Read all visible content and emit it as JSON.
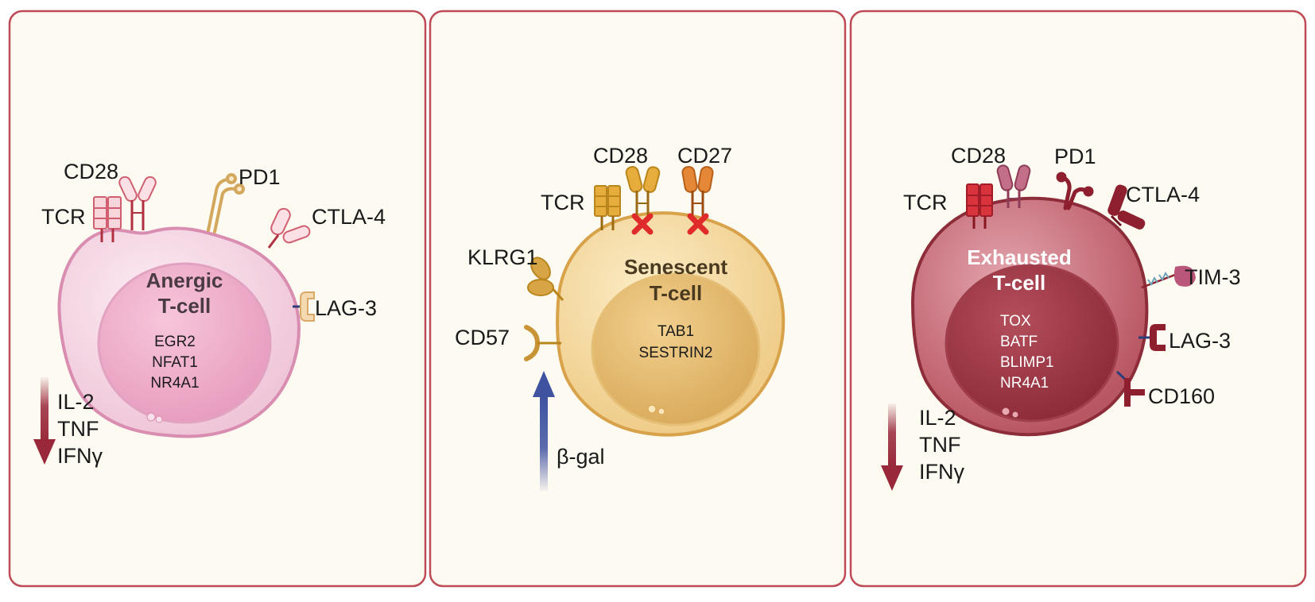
{
  "colors": {
    "panel_bg": "#fdfaf1",
    "panel_border": "#bd4a55",
    "anergic": "#f0c4d6",
    "senescent": "#edc883",
    "exhausted": "#b54e5a",
    "down_arrow": "#98283a",
    "up_arrow": "#3e52a0"
  },
  "panels": [
    {
      "title_line1": "Anergic",
      "title_line2": "T-cell",
      "genes": [
        "EGR2",
        "NFAT1",
        "NR4A1"
      ],
      "receptors": {
        "tcr": "TCR",
        "cd28": "CD28",
        "pd1": "PD1",
        "ctla4": "CTLA-4",
        "lag3": "LAG-3"
      },
      "cytokines": [
        "IL-2",
        "TNF",
        "IFNγ"
      ],
      "arrow": "down"
    },
    {
      "title_line1": "Senescent",
      "title_line2": "T-cell",
      "genes": [
        "TAB1",
        "SESTRIN2"
      ],
      "receptors": {
        "tcr": "TCR",
        "cd28": "CD28",
        "cd27": "CD27",
        "klrg1": "KLRG1",
        "cd57": "CD57"
      },
      "marker": "β-gal",
      "arrow": "up"
    },
    {
      "title_line1": "Exhausted",
      "title_line2": "T-cell",
      "genes": [
        "TOX",
        "BATF",
        "BLIMP1",
        "NR4A1"
      ],
      "receptors": {
        "tcr": "TCR",
        "cd28": "CD28",
        "pd1": "PD1",
        "ctla4": "CTLA-4",
        "tim3": "TIM-3",
        "lag3": "LAG-3",
        "cd160": "CD160"
      },
      "cytokines": [
        "IL-2",
        "TNF",
        "IFNγ"
      ],
      "arrow": "down"
    }
  ]
}
